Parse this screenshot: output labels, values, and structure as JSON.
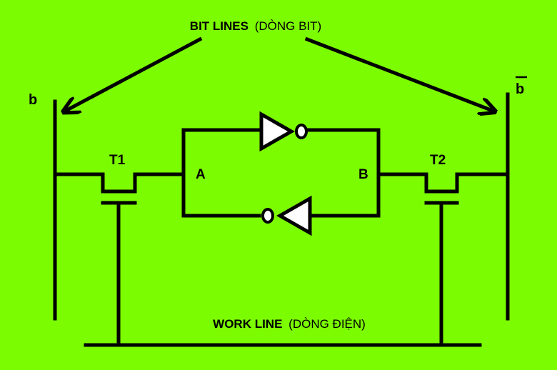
{
  "header": {
    "bit_lines_bold": "BIT LINES",
    "bit_lines_note": "(DÒNG BIT)"
  },
  "footer": {
    "word_line_bold": "WORK LINE",
    "word_line_note": "(DÒNG ĐIỆN)"
  },
  "nodes": {
    "left_bitline": "b",
    "right_bitline": "b",
    "transistor_left": "T1",
    "transistor_right": "T2",
    "node_a": "A",
    "node_b": "B"
  }
}
